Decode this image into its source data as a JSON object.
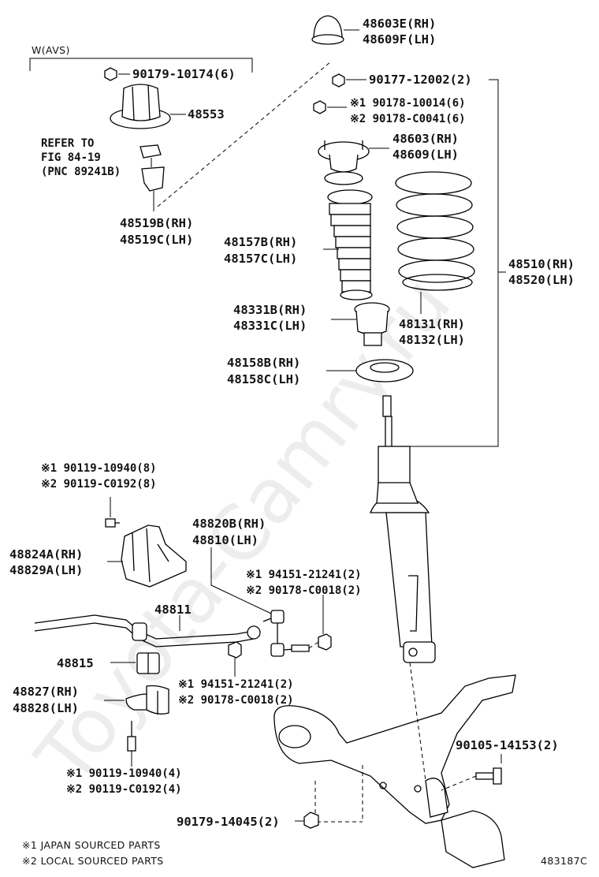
{
  "watermark": "Toyota-Camry.ru",
  "diagram_code": "483187C",
  "legend": [
    "※1 JAPAN SOURCED PARTS",
    "※2 LOCAL SOURCED PARTS"
  ],
  "w_avs_label": "W(AVS)",
  "refer_note": [
    "REFER TO",
    "FIG 84-19",
    "(PNC 89241B)"
  ],
  "labels": {
    "p48603E": "48603E(RH)",
    "p48609F": "48609F(LH)",
    "p90179_10174": "90179-10174(6)",
    "p48553": "48553",
    "p90177_12002": "90177-12002(2)",
    "p90178_10014": "※1 90178-10014(6)",
    "p90178_C0041": "※2 90178-C0041(6)",
    "p48603_rh": "48603(RH)",
    "p48609_lh": "48609(LH)",
    "p48519B": "48519B(RH)",
    "p48519C": "48519C(LH)",
    "p48157B": "48157B(RH)",
    "p48157C": "48157C(LH)",
    "p48510": "48510(RH)",
    "p48520": "48520(LH)",
    "p48331B": "48331B(RH)",
    "p48331C": "48331C(LH)",
    "p48131": "48131(RH)",
    "p48132": "48132(LH)",
    "p48158B": "48158B(RH)",
    "p48158C": "48158C(LH)",
    "p90119_10940_top": "※1 90119-10940(8)",
    "p90119_C0192_top": "※2 90119-C0192(8)",
    "p48820B": "48820B(RH)",
    "p48810": "48810(LH)",
    "p48824A": "48824A(RH)",
    "p48829A": "48829A(LH)",
    "p94151_upper": "※1 94151-21241(2)",
    "p90178_C0018_upper": "※2 90178-C0018(2)",
    "p48811": "48811",
    "p48815": "48815",
    "p94151_lower": "※1 94151-21241(2)",
    "p90178_C0018_lower": "※2 90178-C0018(2)",
    "p48827": "48827(RH)",
    "p48828": "48828(LH)",
    "p90105_14153": "90105-14153(2)",
    "p90119_10940_bot": "※1 90119-10940(4)",
    "p90119_C0192_bot": "※2 90119-C0192(4)",
    "p90179_14045": "90179-14045(2)"
  }
}
